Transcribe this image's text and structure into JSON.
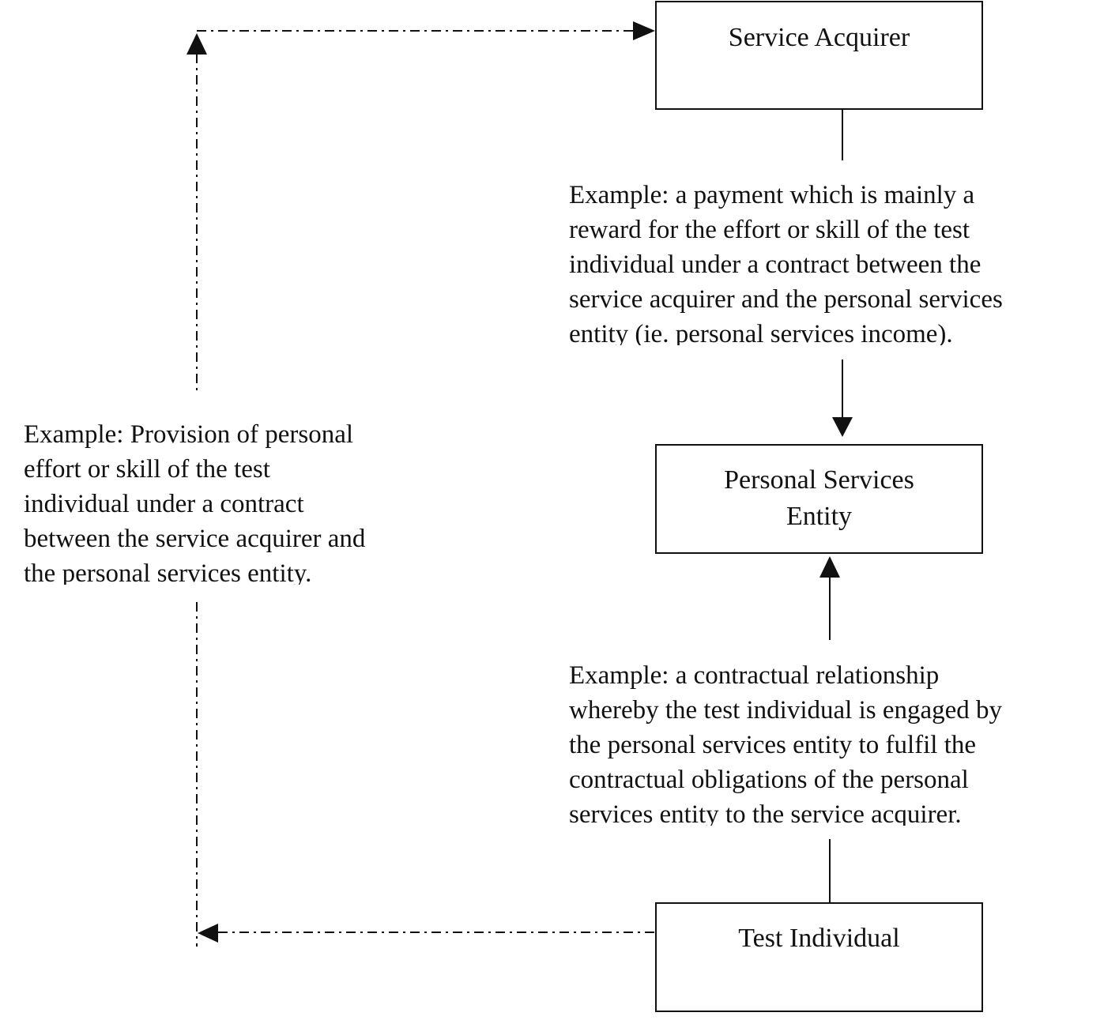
{
  "boxes": {
    "service_acquirer": "Service Acquirer",
    "personal_services_entity": "Personal Services\nEntity",
    "test_individual": "Test Individual"
  },
  "notes": {
    "payment": "Example: a payment which is mainly a\nreward for the effort or skill of the test\nindividual under a contract between the\nservice acquirer and the personal services\nentity (ie. personal services income).",
    "contract": "Example: a  contractual relationship\nwhereby the test individual is engaged by\nthe personal services entity to fulfil the\ncontractual obligations of the personal\nservices entity to the service acquirer.",
    "provision": "Example: Provision of personal\neffort or skill of the test\nindividual under a contract\nbetween the service acquirer and\nthe personal services entity."
  },
  "colors": {
    "line": "#111111",
    "background": "#ffffff"
  }
}
